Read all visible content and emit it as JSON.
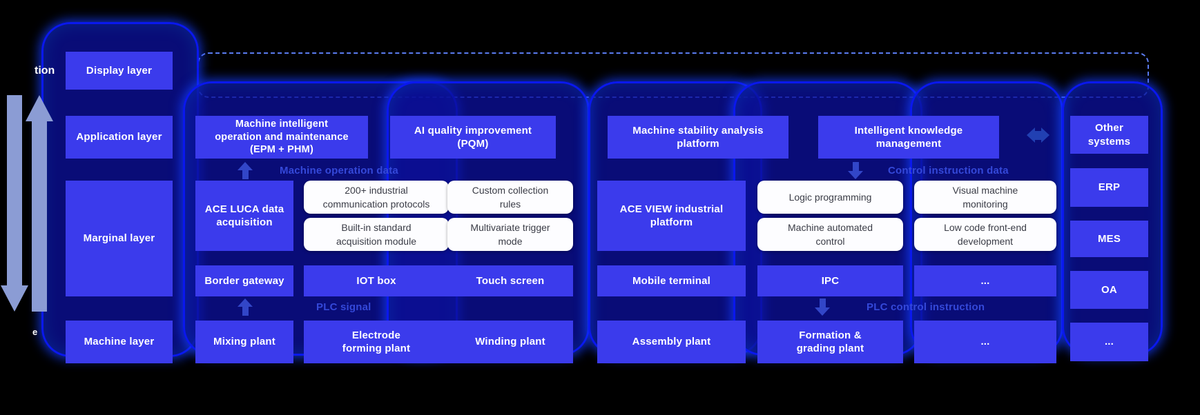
{
  "layer_labels": {
    "display": "Display layer",
    "application": "Application layer",
    "marginal": "Marginal layer",
    "machine": "Machine layer"
  },
  "edge_fragments": {
    "top_left": "tion",
    "bottom_left": "e"
  },
  "application_row": {
    "epm_phm": "Machine intelligent\noperation and maintenance\n(EPM + PHM)",
    "pqm": "AI quality improvement\n(PQM)",
    "stability": "Machine stability analysis\nplatform",
    "knowledge": "Intelligent knowledge\nmanagement",
    "other_systems": "Other\nsystems"
  },
  "marginal_row": {
    "ace_luca": "ACE LUCA data\nacquisition",
    "ace_view": "ACE VIEW industrial\nplatform",
    "features": [
      {
        "a": "200+ industrial\ncommunication protocols",
        "b": "Built-in standard\nacquisition module"
      },
      {
        "a": "Custom collection\nrules",
        "b": "Multivariate trigger\nmode"
      },
      {
        "a": "Logic programming",
        "b": "Machine automated\ncontrol"
      },
      {
        "a": "Visual machine\nmonitoring",
        "b": "Low code front-end\ndevelopment"
      }
    ]
  },
  "device_row": {
    "border_gateway": "Border gateway",
    "iot_box": "IOT box",
    "touch_screen": "Touch screen",
    "mobile_terminal": "Mobile terminal",
    "ipc": "IPC",
    "ellipsis": "..."
  },
  "machine_row": {
    "mixing": "Mixing plant",
    "electrode": "Electrode\nforming plant",
    "winding": "Winding plant",
    "assembly": "Assembly plant",
    "formation": "Formation &\ngrading plant",
    "ellipsis1": "...",
    "ellipsis2": "..."
  },
  "right_column": {
    "items": [
      "ERP",
      "MES",
      "OA",
      "..."
    ]
  },
  "flow_labels": {
    "machine_operation": "Machine operation data",
    "control_instruction": "Control instruction data",
    "plc_signal": "PLC signal",
    "plc_control": "PLC control instruction"
  },
  "colors": {
    "box_blue": "#3B3BEC",
    "glow_blue": "#0A18EE",
    "label_blue": "#3448D9",
    "arrow_periwinkle": "#8B9CD4",
    "dashed_blue": "#5B7CF0",
    "double_arrow_blue": "#2140B2",
    "white_box": "#FDFDFF",
    "background": "#000000"
  }
}
